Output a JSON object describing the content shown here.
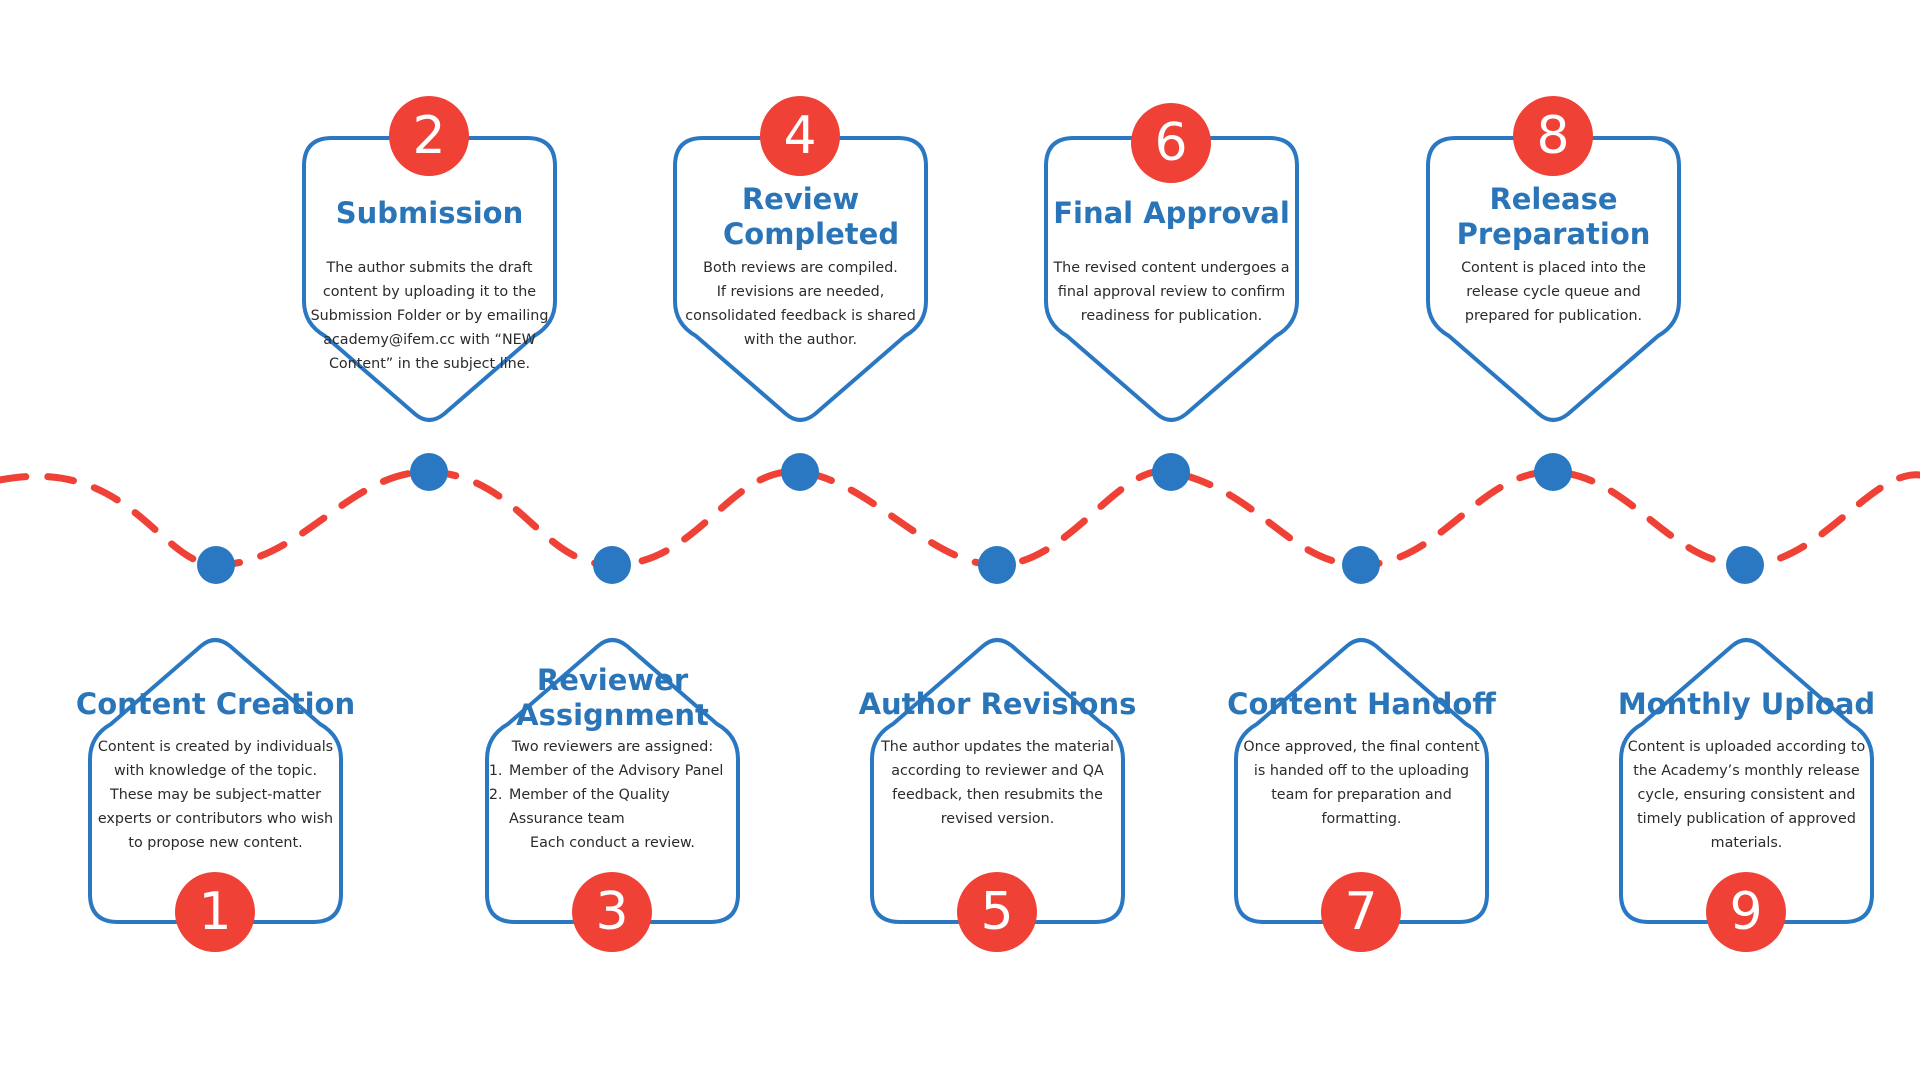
{
  "colors": {
    "accent_blue": "#2b78c2",
    "title_blue": "#2a74b8",
    "badge_red": "#ef4136",
    "path_red": "#ef4136",
    "node_blue": "#2b78c2",
    "text": "#2b2b2b"
  },
  "steps": [
    {
      "number": "1",
      "title": "Content Creation",
      "desc": "Content is created by individuals with knowledge of the topic. These may be subject-matter experts or contributors who wish to propose new content."
    },
    {
      "number": "2",
      "title": "Submission",
      "desc": "The author submits the draft content by uploading it to the Submission Folder or by emailing academy@ifem.cc with “NEW Content” in the subject line."
    },
    {
      "number": "3",
      "title": "Reviewer Assignment",
      "desc_intro": "Two reviewers are assigned:",
      "desc_list": [
        "Member of the Advisory Panel",
        "Member of the Quality Assurance team"
      ],
      "desc_outro": "Each conduct a review."
    },
    {
      "number": "4",
      "title": "Review Completed",
      "desc_lines": [
        "Both reviews are compiled.",
        "If revisions are needed, consolidated feedback is shared with the author."
      ]
    },
    {
      "number": "5",
      "title": "Author Revisions",
      "desc": "The author updates the material according to reviewer and QA feedback, then resubmits the revised version."
    },
    {
      "number": "6",
      "title": "Final Approval",
      "desc": "The revised content undergoes a final approval review to confirm readiness for publication."
    },
    {
      "number": "7",
      "title": "Content Handoff",
      "desc": "Once approved, the final content is handed off to the uploading team for preparation and formatting."
    },
    {
      "number": "8",
      "title": "Release Preparation",
      "desc": "Content is placed into the release cycle queue and prepared for publication."
    },
    {
      "number": "9",
      "title": "Monthly Upload",
      "desc": "Content is uploaded according to the Academy’s monthly release cycle, ensuring consistent and timely publication of approved materials."
    }
  ]
}
